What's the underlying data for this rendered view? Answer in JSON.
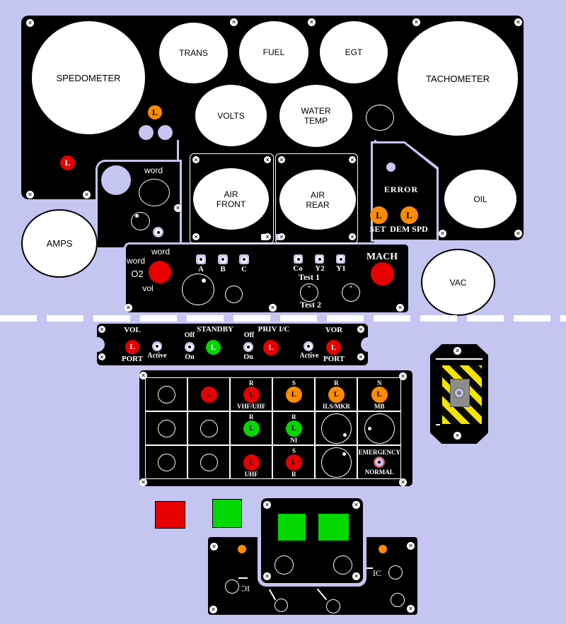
{
  "palette": {
    "background": "#c5c5f2",
    "panel": "#000000",
    "red": "#e80000",
    "orange": "#ff8c00",
    "green": "#00d800",
    "hazard_yellow": "#f5e400",
    "guard_gray": "#8c8c8c",
    "white": "#ffffff"
  },
  "lights": {
    "letter": "L"
  },
  "cluster": {
    "gauges": {
      "spedometer": "SPEDOMETER",
      "trans": "TRANS",
      "fuel": "FUEL",
      "egt": "EGT",
      "tachometer": "TACHOMETER",
      "volts": "VOLTS",
      "water_temp": "WATER TEMP",
      "oil": "OIL",
      "amps": "AMPS",
      "vac": "VAC",
      "air_front": "AIR FRONT",
      "air_rear": "AIR REAR"
    },
    "error_panel": {
      "title": "ERROR",
      "set_label": "SET",
      "dem_spd_label": "DEM SPD"
    },
    "word_panel": {
      "word_top": "word",
      "word_mid": "word",
      "word_left": "word",
      "o2_label": "O2",
      "vol_label": "vol"
    },
    "switches": {
      "a": "A",
      "b": "B",
      "c": "C",
      "co": "Co",
      "y2": "Y2",
      "y1": "Y1"
    },
    "test1_label": "Test 1",
    "test2_label": "Test 2",
    "mach_label": "MACH"
  },
  "radio_strip": {
    "vol_title": "VOL",
    "vol_sub": "PORT",
    "active_left": "Active",
    "standby_off": "Off",
    "standby_on": "On",
    "standby_title": "STANDBY",
    "priv_off": "Off",
    "priv_on": "On",
    "priv_title": "PRIV I/C",
    "active_right": "Active",
    "vor_title": "VOR",
    "vor_sub": "PORT"
  },
  "grid_panel": {
    "r1c3": {
      "top": "R",
      "bottom": "VHF/UHF"
    },
    "r1c4": {
      "top": "S"
    },
    "r1c5": {
      "top": "R",
      "bottom": "ILS/MKR"
    },
    "r1c6": {
      "top": "N",
      "bottom": "MB"
    },
    "r2c3": {
      "top": "R"
    },
    "r2c4": {
      "top": "R",
      "bottom": "NI"
    },
    "r3c3": {
      "bottom": "UHF"
    },
    "r3c4": {
      "top": "S",
      "bottom": "R"
    },
    "emergency_label": "EMERGENCY",
    "normal_label": "NORMAL"
  },
  "bottom": {
    "ic_left": "IC",
    "ic_right": "IC"
  }
}
